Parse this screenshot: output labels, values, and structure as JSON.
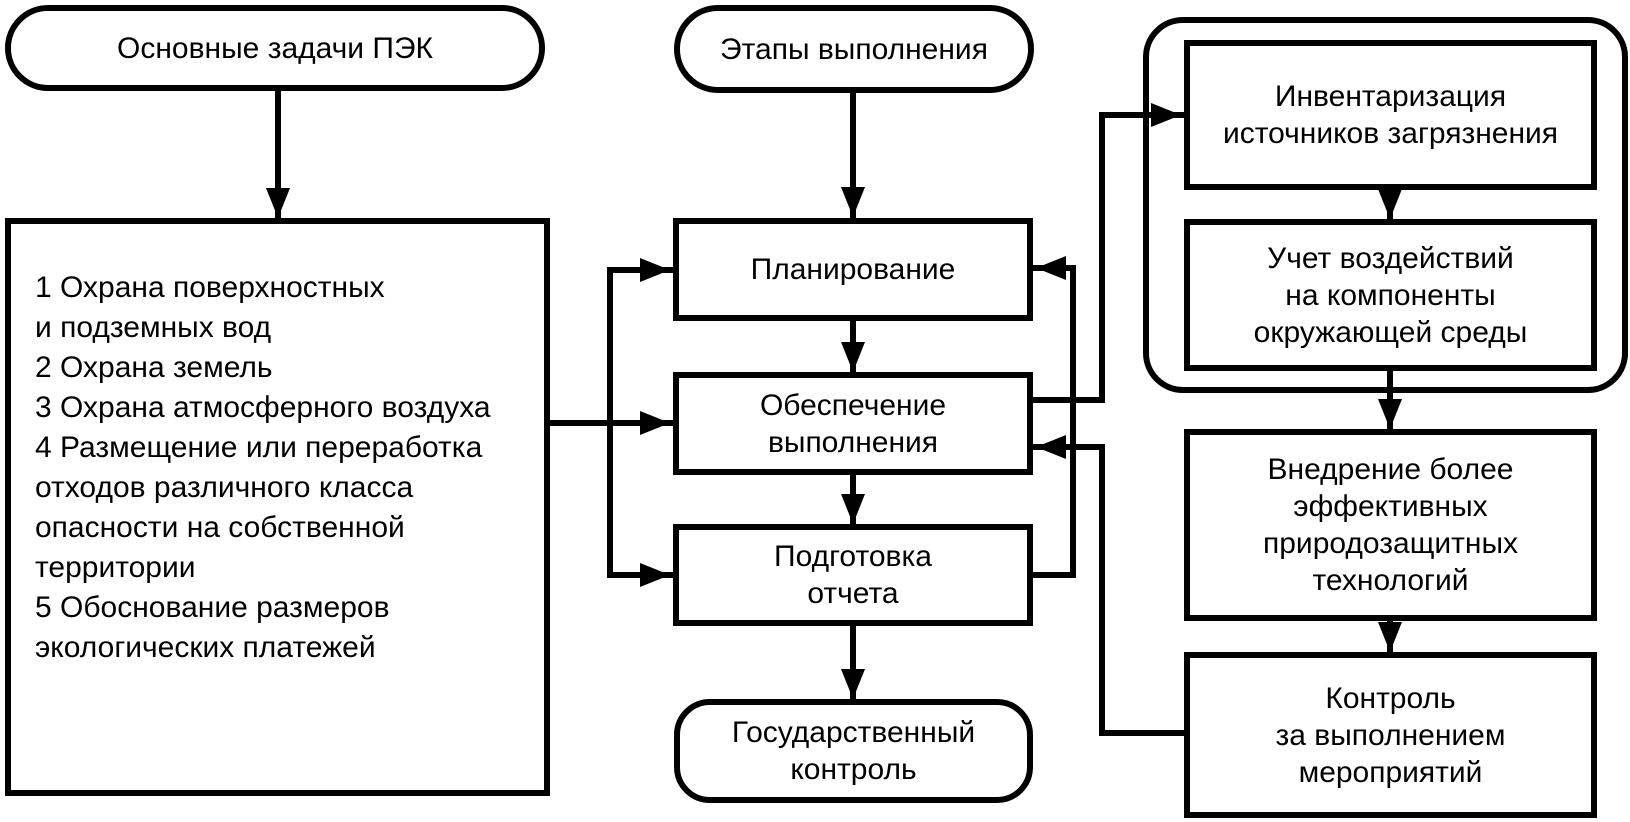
{
  "diagram": {
    "left_header": "Основные задачи ПЭК",
    "tasks": [
      "1 Охрана  поверхностных",
      "и подземных вод",
      "2 Охрана земель",
      "3 Охрана атмосферного воздуха",
      "4 Размещение или переработка",
      "отходов различного класса",
      "опасности на собственной",
      "территории",
      "5 Обоснование размеров",
      "экологических платежей"
    ],
    "center_header": "Этапы выполнения",
    "stages": {
      "planning": [
        "Планирование"
      ],
      "provision": [
        "Обеспечение",
        "выполнения"
      ],
      "report": [
        "Подготовка",
        "отчета"
      ],
      "state_control": [
        "Государственный",
        "контроль"
      ]
    },
    "right": {
      "inventory": [
        "Инвентаризация",
        "источников загрязнения"
      ],
      "impact": [
        "Учет воздействий",
        "на компоненты",
        "окружающей среды"
      ],
      "implementation": [
        "Внедрение более",
        "эффективных",
        "природозащитных",
        "технологий"
      ],
      "control": [
        "Контроль",
        "за выполнением",
        "мероприятий"
      ]
    },
    "edges": [
      {
        "from": "left_header",
        "to": "tasks"
      },
      {
        "from": "center_header",
        "to": "planning"
      },
      {
        "from": "planning",
        "to": "provision"
      },
      {
        "from": "provision",
        "to": "report"
      },
      {
        "from": "report",
        "to": "state_control"
      },
      {
        "from": "tasks",
        "to": "planning"
      },
      {
        "from": "tasks",
        "to": "provision"
      },
      {
        "from": "tasks",
        "to": "report"
      },
      {
        "from": "report",
        "to": "planning"
      },
      {
        "from": "provision",
        "to": "inventory"
      },
      {
        "from": "inventory",
        "to": "impact"
      },
      {
        "from": "impact_group",
        "to": "implementation"
      },
      {
        "from": "implementation",
        "to": "control"
      },
      {
        "from": "control",
        "to": "provision"
      }
    ]
  }
}
